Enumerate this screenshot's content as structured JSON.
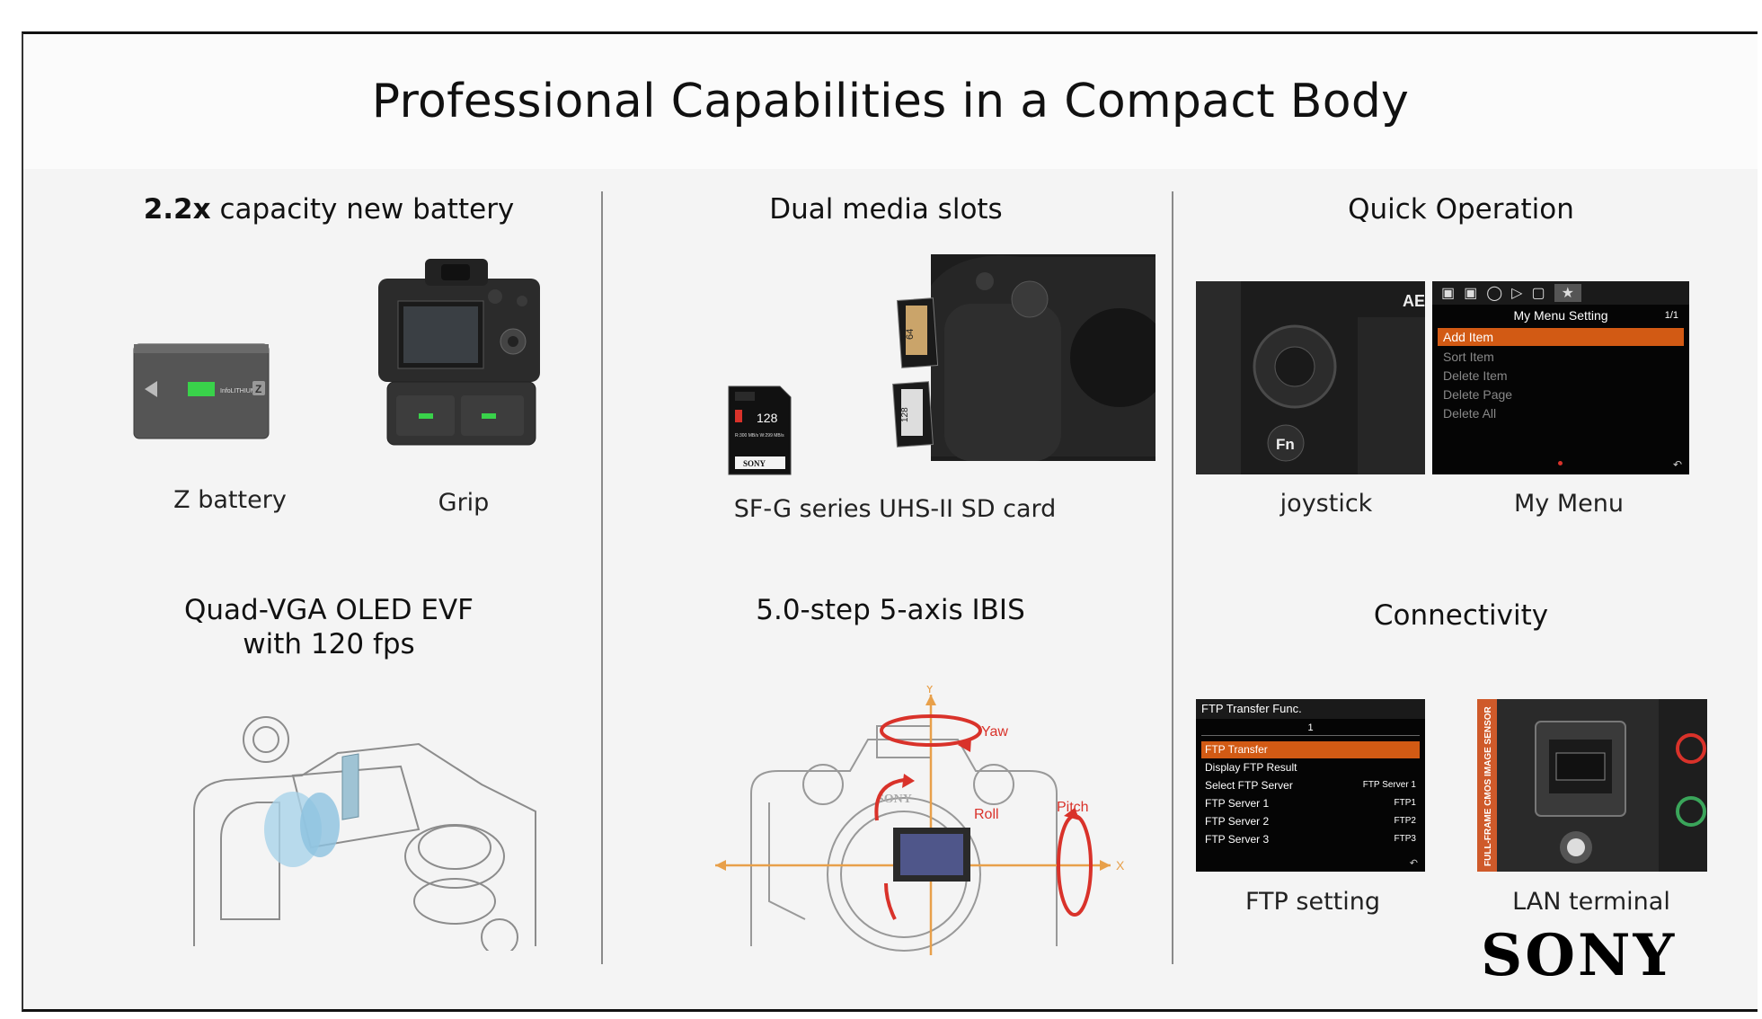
{
  "title": "Professional Capabilities in a Compact Body",
  "sections": {
    "battery": {
      "heading_bold": "2.2x",
      "heading_rest": " capacity new battery",
      "captions": [
        "Z battery",
        "Grip"
      ],
      "battery_label": "InfoLITHIUM",
      "battery_letter": "Z"
    },
    "media": {
      "heading": "Dual media slots",
      "caption": "SF-G series UHS-II SD card",
      "card_capacity": "128",
      "card_brand": "SONY",
      "card_speed": "R:300 MB/s  W:299 MB/s",
      "slot_cards": [
        "64",
        "128"
      ]
    },
    "quick": {
      "heading": "Quick Operation",
      "captions": [
        "joystick",
        "My Menu"
      ],
      "fn_label": "Fn",
      "ae_label": "AE",
      "menu": {
        "title": "My Menu Setting",
        "page": "1/1",
        "items": [
          "Add Item",
          "Sort Item",
          "Delete Item",
          "Delete Page",
          "Delete All"
        ]
      }
    },
    "evf": {
      "heading_line1": "Quad-VGA OLED EVF",
      "heading_line2": "with 120 fps"
    },
    "ibis": {
      "heading": "5.0-step 5-axis IBIS",
      "axis_labels": {
        "yaw": "Yaw",
        "pitch": "Pitch",
        "roll": "Roll",
        "x": "X",
        "y": "Y"
      },
      "body_brand": "SONY"
    },
    "connectivity": {
      "heading": "Connectivity",
      "captions": [
        "FTP setting",
        "LAN terminal"
      ],
      "ftp": {
        "title": "FTP Transfer Func.",
        "tab": "1",
        "rows": [
          {
            "label": "FTP Transfer",
            "value": ""
          },
          {
            "label": "Display FTP Result",
            "value": ""
          },
          {
            "label": "Select FTP Server",
            "value": "FTP Server 1"
          },
          {
            "label": "FTP Server 1",
            "value": "FTP1"
          },
          {
            "label": "FTP Server 2",
            "value": "FTP2"
          },
          {
            "label": "FTP Server 3",
            "value": "FTP3"
          }
        ]
      },
      "sensor_text": "FULL-FRAME CMOS IMAGE SENSOR"
    }
  },
  "logo": "SONY",
  "colors": {
    "menu_highlight": "#d25a14",
    "ibis_arrow": "#d9322a",
    "axis_line": "#e8a04a"
  }
}
